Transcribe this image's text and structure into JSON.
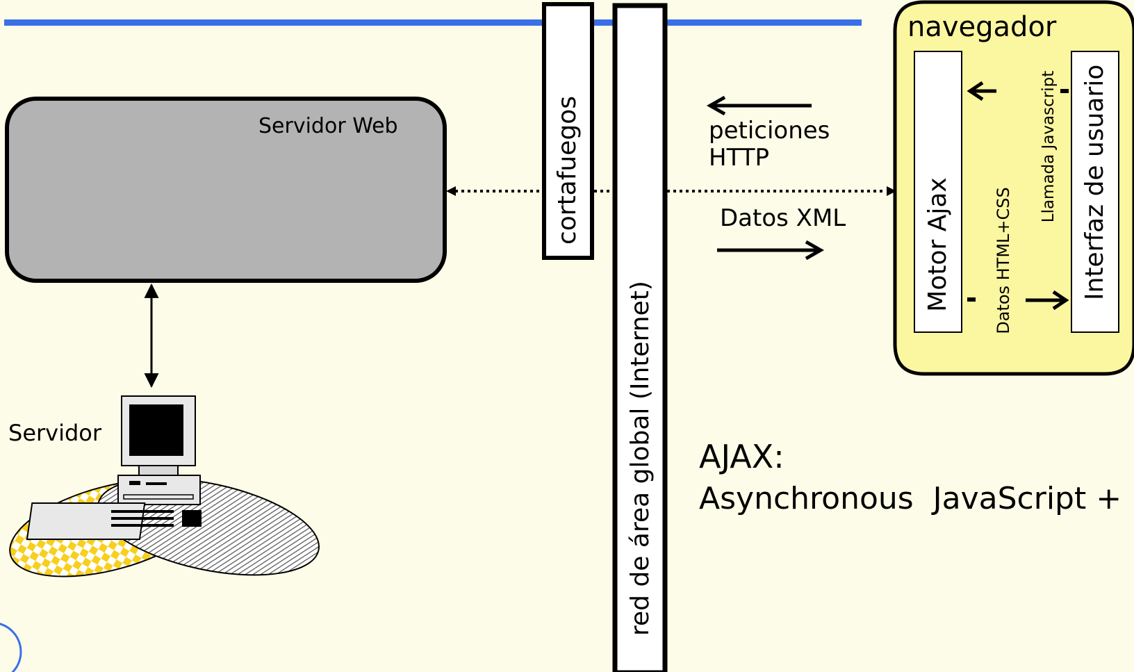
{
  "servidor_web": {
    "label": "Servidor Web"
  },
  "servidor": {
    "label": "Servidor"
  },
  "firewall": {
    "label": "cortafuegos"
  },
  "internet": {
    "label": "red de área global (Internet)"
  },
  "requests": {
    "label_line1": "peticiones",
    "label_line2": "HTTP"
  },
  "xml_data": {
    "label": "Datos XML"
  },
  "browser": {
    "title": "navegador",
    "engine_label": "Motor Ajax",
    "ui_label": "Interfaz de usuario",
    "js_call_label": "Llamada Javascript",
    "html_css_label": "Datos HTML+CSS"
  },
  "ajax": {
    "title": "AJAX:",
    "expansion": "Asynchronous  JavaScript +"
  },
  "colors": {
    "background": "#fdfce8",
    "top_rule": "#3a6fe8",
    "server_box": "#b3b3b3",
    "browser_box": "#fbf6a0",
    "checker": "#f7cf1e"
  }
}
